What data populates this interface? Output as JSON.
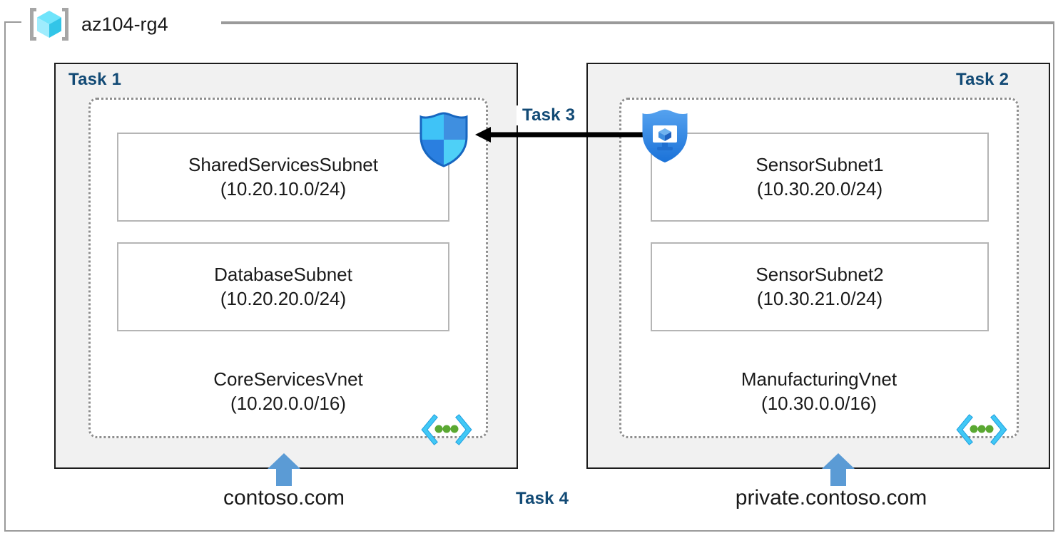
{
  "diagram": {
    "title": "az104-rg4",
    "resource_group_icon": "azure-resource-group-cube-icon",
    "colors": {
      "task_label": "#124a75",
      "container_fill": "#f1f1f1",
      "container_border": "#1c1c1c",
      "vnet_border": "#8e8e8e",
      "subnet_border": "#b5b5b5",
      "arrow": "#000000",
      "up_arrow": "#5b9bd5",
      "dns_bracket": "#32bdf0",
      "dns_dot": "#5aa832"
    }
  },
  "tasks": {
    "task1": "Task 1",
    "task2": "Task 2",
    "task3": "Task 3",
    "task4": "Task 4"
  },
  "vnets": [
    {
      "name": "CoreServicesVnet",
      "cidr": "(10.20.0.0/16)",
      "subnets": [
        {
          "name": "SharedServicesSubnet",
          "cidr": "(10.20.10.0/24)"
        },
        {
          "name": "DatabaseSubnet",
          "cidr": "(10.20.20.0/24)"
        }
      ],
      "dns_zone": "contoso.com",
      "dns_icon": "dns-zone-icon"
    },
    {
      "name": "ManufacturingVnet",
      "cidr": "(10.30.0.0/16)",
      "subnets": [
        {
          "name": "SensorSubnet1",
          "cidr": "(10.30.20.0/24)"
        },
        {
          "name": "SensorSubnet2",
          "cidr": "(10.30.21.0/24)"
        }
      ],
      "dns_zone": "private.contoso.com",
      "dns_icon": "dns-zone-icon"
    }
  ],
  "icons": {
    "peering_shield": "vnet-peering-shield-icon",
    "watcher_shield": "network-watcher-shield-icon",
    "peering_arrow": "peering-arrow-left-icon",
    "up_arrow": "up-arrow-icon"
  }
}
